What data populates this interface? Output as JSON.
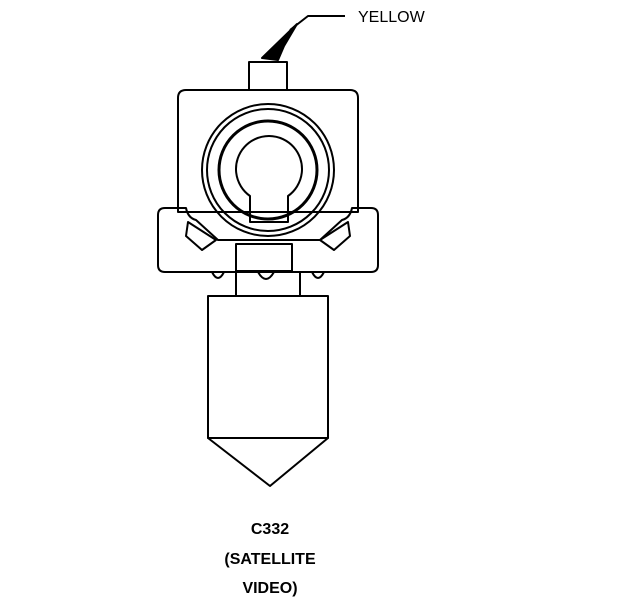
{
  "callout": {
    "text": "YELLOW"
  },
  "caption": {
    "line1": "C332",
    "line2": "(SATELLITE",
    "line3": "VIDEO)"
  },
  "colors": {
    "ink": "#000000",
    "background": "#ffffff"
  }
}
